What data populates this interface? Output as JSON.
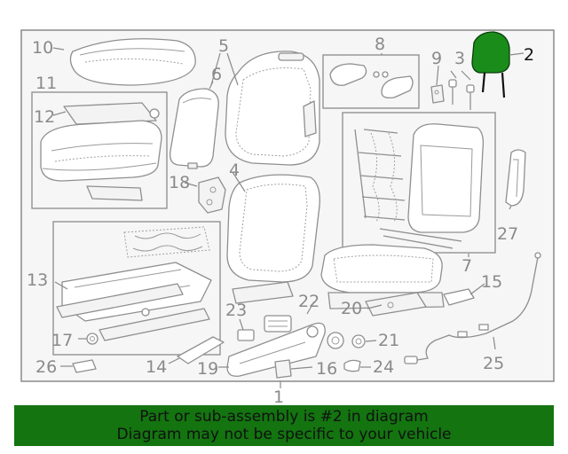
{
  "callouts": {
    "c1": "1",
    "c2": "2",
    "c3": "3",
    "c4": "4",
    "c5": "5",
    "c6": "6",
    "c7": "7",
    "c8": "8",
    "c9": "9",
    "c10": "10",
    "c11": "11",
    "c12": "12",
    "c13": "13",
    "c14": "14",
    "c15": "15",
    "c16": "16",
    "c17": "17",
    "c18": "18",
    "c19": "19",
    "c20": "20",
    "c21": "21",
    "c22": "22",
    "c23": "23",
    "c24": "24",
    "c25": "25",
    "c26": "26",
    "c27": "27"
  },
  "highlight": {
    "part_number": "2",
    "color": "#1a8c1a"
  },
  "banner": {
    "line1": "Part or sub-assembly is #2 in diagram",
    "line2": "Diagram may not be specific to your vehicle",
    "background": "#137410"
  }
}
